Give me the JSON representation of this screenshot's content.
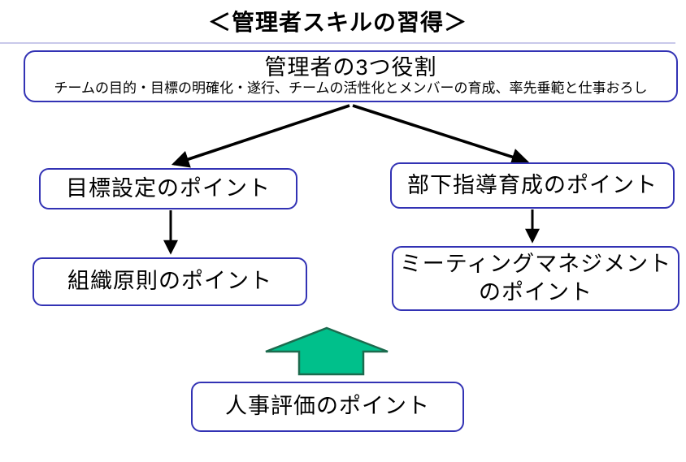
{
  "page": {
    "title": "＜管理者スキルの習得＞"
  },
  "diagram": {
    "root": {
      "title": "管理者の3つ役割",
      "subtitle": "チームの目的・目標の明確化・遂行、チームの活性化とメンバーの育成、率先垂範と仕事おろし"
    },
    "nodes": {
      "goal_setting": {
        "lines": [
          "目標設定のポイント"
        ]
      },
      "subordinate_dev": {
        "lines": [
          "部下指導育成のポイント"
        ]
      },
      "org_principles": {
        "lines": [
          "組織原則のポイント"
        ]
      },
      "meeting_mgmt": {
        "lines": [
          "ミーティングマネジメント",
          "のポイント"
        ]
      },
      "hr_eval": {
        "lines": [
          "人事評価のポイント"
        ]
      }
    }
  },
  "colors": {
    "box_border": "#3232b4",
    "divider": "#c9c9ea",
    "connector": "#000000",
    "up_arrow_fill": "#00c08b",
    "up_arrow_stroke": "#1c6b4e"
  }
}
